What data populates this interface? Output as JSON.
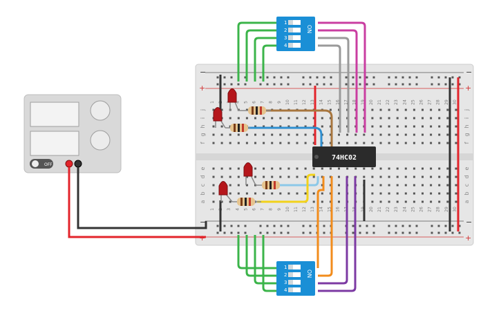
{
  "colors": {
    "wire_red": "#e3242b",
    "wire_black": "#333333",
    "wire_green": "#3bb44a",
    "wire_gray": "#9a9a9a",
    "wire_magenta": "#c93ea1",
    "wire_blue": "#2f8fd0",
    "wire_brown": "#a8763e",
    "wire_yellow": "#f2d21a",
    "wire_orange": "#f28c1c",
    "wire_purple": "#7c3aa3",
    "wire_lightblue": "#8cc8e8",
    "dip_switch": "#1a8fd6",
    "led": "#b5161b",
    "breadboard": "#e6e6e6",
    "chip": "#2b2b2b"
  },
  "breadboard": {
    "column_numbers": [
      "1",
      "2",
      "3",
      "4",
      "5",
      "6",
      "7",
      "8",
      "9",
      "10",
      "11",
      "12",
      "13",
      "14",
      "15",
      "16",
      "17",
      "18",
      "19",
      "20",
      "21",
      "22",
      "23",
      "24",
      "25",
      "26",
      "27",
      "28",
      "29",
      "30"
    ],
    "top_row_letters": [
      "j",
      "i",
      "h",
      "g",
      "f"
    ],
    "bottom_row_letters": [
      "e",
      "d",
      "c",
      "b",
      "a"
    ],
    "rail_minus": "−",
    "rail_plus": "+"
  },
  "chip": {
    "label": "74HC02"
  },
  "dip_switch_top": {
    "on_label": "ON",
    "switch_numbers": [
      "1",
      "2",
      "3",
      "4"
    ]
  },
  "dip_switch_bottom": {
    "on_label": "ON",
    "switch_numbers": [
      "1",
      "2",
      "3",
      "4"
    ]
  },
  "power_supply": {
    "off_label": "OFF"
  }
}
